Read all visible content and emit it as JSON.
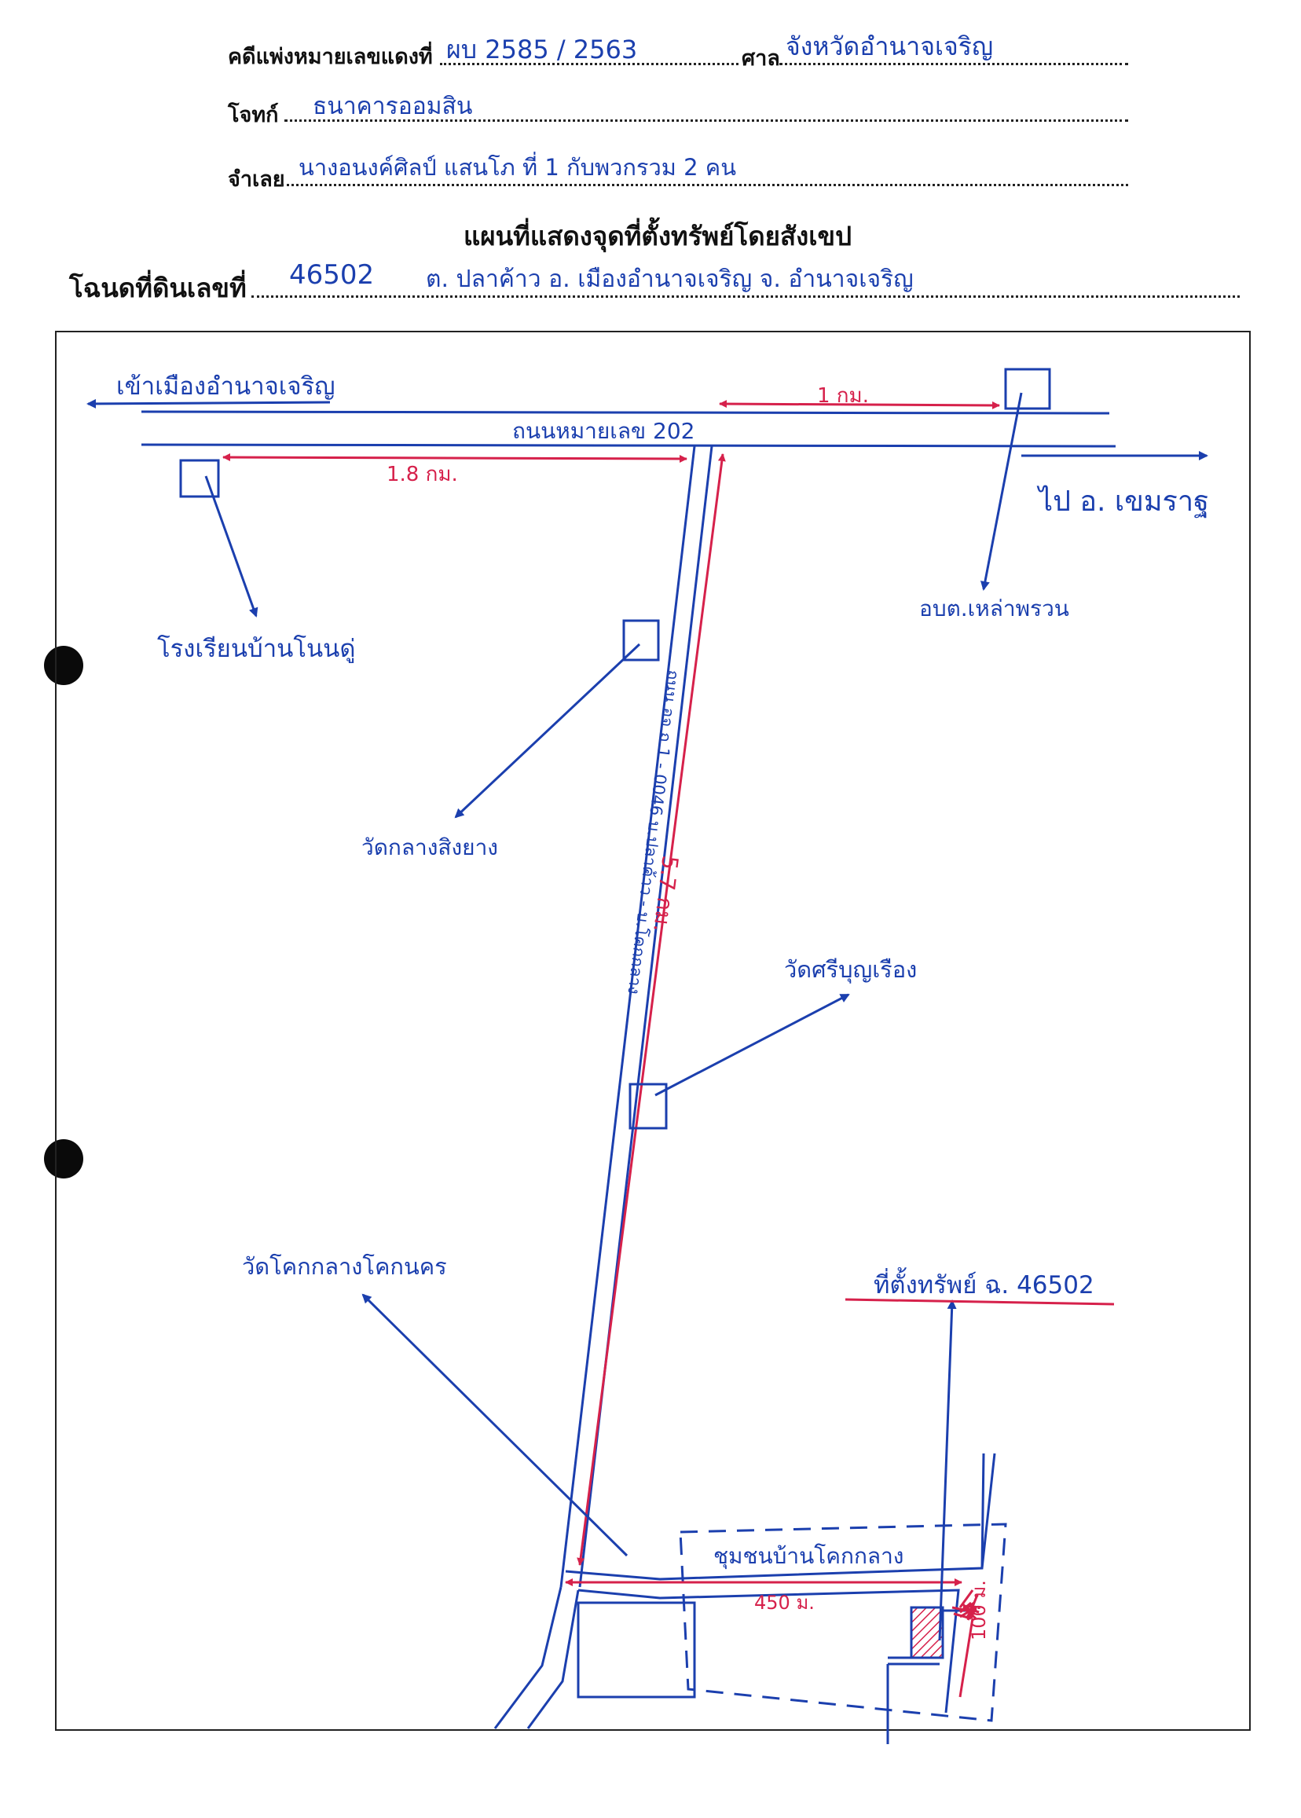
{
  "header": {
    "case_label": "คดีแพ่งหมายเลขแดงที่",
    "case_number": "ผบ 2585 / 2563",
    "court_label": "ศาล",
    "court_value": "จังหวัดอำนาจเจริญ",
    "plaintiff_label": "โจทก์",
    "plaintiff_value": "ธนาคารออมสิน",
    "defendant_label": "จำเลย",
    "defendant_value": "นางอนงค์ศิลป์ แสนโภ ที่ 1 กับพวกรวม 2 คน",
    "map_title": "แผนที่แสดงจุดที่ตั้งทรัพย์โดยสังเขป",
    "deed_label": "โฉนดที่ดินเลขที่",
    "deed_number": "46502",
    "deed_location": "ต. ปลาค้าว   อ. เมืองอำนาจเจริญ   จ. อำนาจเจริญ"
  },
  "map": {
    "to_city": "เข้าเมืองอำนาจเจริญ",
    "highway": "ถนนหมายเลข 202",
    "to_district": "ไป อ. เขมราฐ",
    "dist_1km": "1 กม.",
    "dist_1_8km": "1.8 กม.",
    "dist_5_7km": "5.7 กม.",
    "dist_450m": "450 ม.",
    "dist_100m": "100 ม.",
    "local_road": "ถนน อจ.ถ 1 - 0046 บ.ปลาค้าว - บ.โคกกลาง",
    "school": "โรงเรียนบ้านโนนดู่",
    "sao": "อบต.เหล่าพรวน",
    "temple_1": "วัดกลางสิงยาง",
    "temple_2": "วัดศรีบุญเรือง",
    "temple_3": "วัดโคกกลางโคกนคร",
    "community": "ชุมชนบ้านโคกกลาง",
    "property": "ที่ตั้งทรัพย์ ฉ. 46502"
  },
  "colors": {
    "ink_blue": "#1b3fae",
    "ink_red": "#d6214b"
  }
}
